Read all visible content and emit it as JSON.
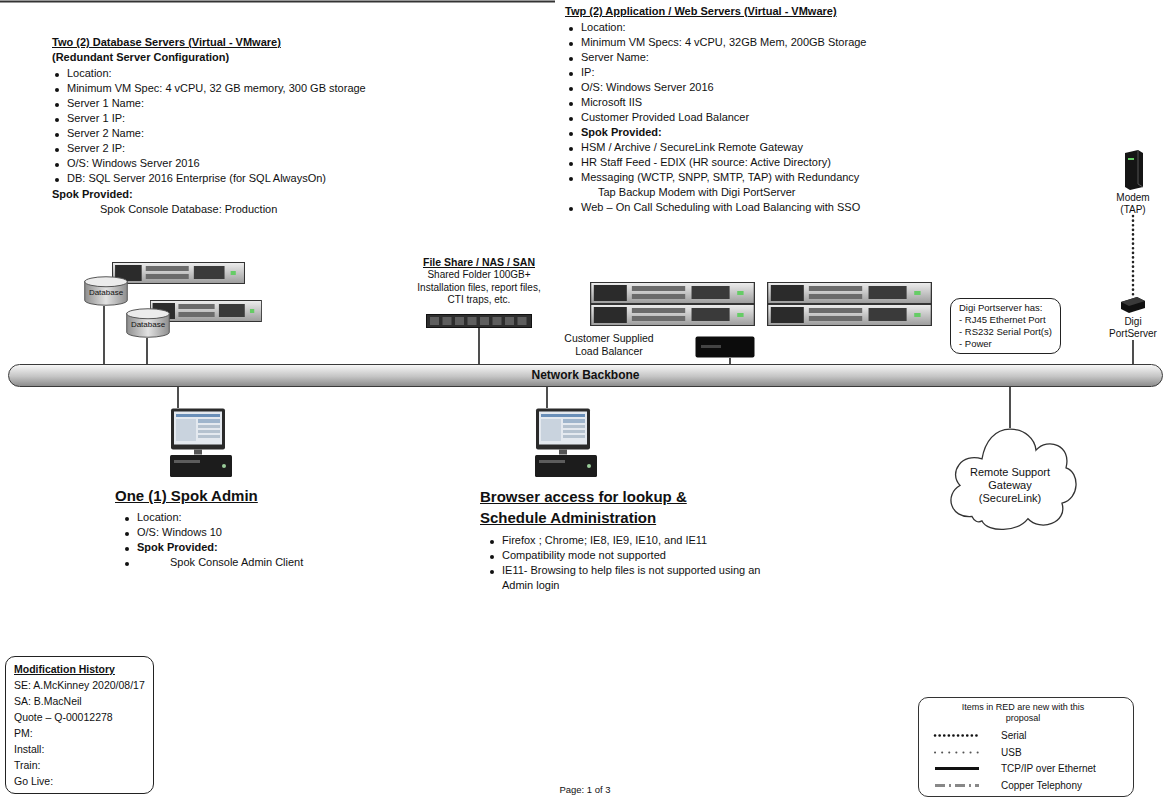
{
  "diagram": {
    "nodes": [
      {
        "text": [
          "Database"
        ]
      },
      {
        "text": [
          "Database"
        ]
      },
      {
        "text": [
          "File Share / NAS / SAN",
          "Shared Folder 100GB+ Installation files, report files, CTI traps, etc."
        ]
      },
      {
        "text": [
          "Customer Supplied Load Balancer"
        ]
      },
      {
        "text": [
          "Digi Portserver has:",
          "- RJ45 Ethernet Port",
          "- RS232 Serial Port(s)",
          "- Power"
        ]
      },
      {
        "text": [
          "Modem (TAP)"
        ]
      },
      {
        "text": [
          "Digi PortServer"
        ]
      },
      {
        "text": [
          "Network Backbone"
        ]
      },
      {
        "text": [
          "One (1) Spok Admin"
        ]
      },
      {
        "text": [
          "Browser access for lookup & Schedule Administration"
        ]
      },
      {
        "text": [
          "Remote Support Gateway (SecureLink)"
        ]
      },
      {
        "text": [
          "Modification History",
          "SE: A.McKinney 2020/08/17",
          "SA: B.MacNeil",
          "Quote – Q-00012278",
          "PM:",
          "Install:",
          "Train:",
          "Go Live:"
        ]
      }
    ],
    "edges": [
      {
        "from": 0,
        "to": 7,
        "arrow": "none"
      },
      {
        "from": 1,
        "to": 7,
        "arrow": "none"
      },
      {
        "from": 2,
        "to": 7,
        "arrow": "none"
      },
      {
        "from": 3,
        "to": 7,
        "arrow": "none"
      },
      {
        "from": 5,
        "to": 6,
        "arrow": "none"
      },
      {
        "from": 6,
        "to": 7,
        "arrow": "none"
      },
      {
        "from": 8,
        "to": 7,
        "arrow": "none"
      },
      {
        "from": 9,
        "to": 7,
        "arrow": "none"
      },
      {
        "from": 10,
        "to": 7,
        "arrow": "none"
      }
    ],
    "labels": [
      "Two (2) Database Servers (Virtual - VMware)",
      "(Redundant Server Configuration)",
      "Location:",
      "Minimum VM Spec: 4 vCPU, 32 GB memory, 300 GB storage",
      "Server 1 Name:",
      "Server 1 IP:",
      "Server 2 Name:",
      "Server 2 IP:",
      "O/S: Windows Server 2016",
      "DB: SQL Server 2016 Enterprise (for SQL AlwaysOn)",
      "Spok Provided:",
      "Spok Console Database: Production",
      "Twp (2) Application / Web Servers (Virtual - VMware)",
      "Location:",
      "Minimum VM Specs: 4 vCPU, 32GB Mem, 200GB Storage",
      "Server Name:",
      "IP:",
      "O/S: Windows Server 2016",
      "Microsoft IIS",
      "Customer Provided Load Balancer",
      "Spok Provided:",
      "HSM / Archive / SecureLink Remote Gateway",
      "HR Staff Feed - EDIX (HR source: Active Directory)",
      "Messaging (WCTP, SNPP, SMTP, TAP) with Redundancy",
      "Tap Backup Modem with Digi PortServer",
      "Web – On Call Scheduling with Load Balancing with SSO",
      "Location:",
      "O/S: Windows 10",
      "Spok Provided:",
      "Spok Console Admin Client",
      "Firefox ; Chrome; IE8, IE9, IE10, and IE11",
      "Compatibility mode not supported",
      "IE11- Browsing to help files is not supported using an Admin login",
      "Items in RED are new with this proposal",
      "Page: 1 of 3"
    ],
    "legend": [
      {
        "text": "Serial"
      },
      {
        "text": "USB"
      },
      {
        "text": "TCP/IP over Ethernet"
      },
      {
        "text": "Copper Telephony"
      }
    ]
  }
}
